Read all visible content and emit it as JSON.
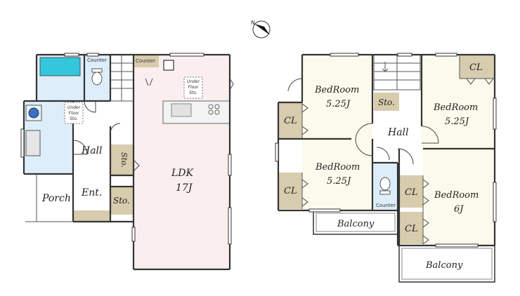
{
  "floor1": {
    "counter_top": "Counter",
    "counter_kitchen": "Counter",
    "under_floor_kitchen": [
      "Under",
      "Floor",
      "Sto."
    ],
    "under_floor_wash": [
      "Under",
      "Floor",
      "Sto."
    ],
    "hall": "Hall",
    "sto_hall": "Sto.",
    "sto_entry": "Sto.",
    "ldk": "LDK",
    "ldk_size": "17J",
    "entrance": "Ent.",
    "porch": "Porch"
  },
  "floor2": {
    "bedroom_nw": {
      "name": "BedRoom",
      "size": "5.25J"
    },
    "bedroom_ne": {
      "name": "BedRoom",
      "size": "5.25J"
    },
    "bedroom_w": {
      "name": "BedRoom",
      "size": "5.25J"
    },
    "bedroom_se": {
      "name": "BedRoom",
      "size": "6J"
    },
    "cl_ne": "CL",
    "cl_nw": "CL",
    "cl_w": "CL",
    "cl_se_1": "CL",
    "cl_se_2": "CL",
    "sto": "Sto.",
    "hall": "Hall",
    "counter": "Counter",
    "balcony_small": "Balcony",
    "balcony_large": "Balcony"
  },
  "compass": {
    "letter": "N"
  },
  "colors": {
    "ldk_floor": "#fbeeee",
    "bedroom_floor": "#fcfaec",
    "wet_floor": "#ddeefa",
    "closet": "#d8ccae",
    "bath": "#33c6dc"
  }
}
